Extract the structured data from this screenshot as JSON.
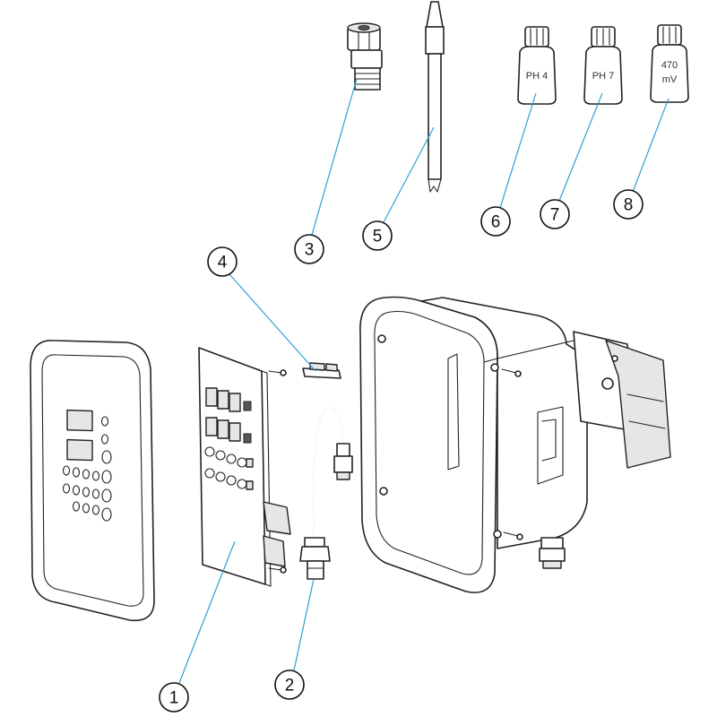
{
  "colors": {
    "leader": "#2f9fd8",
    "outline": "#222222",
    "shade": "#e6e6e6"
  },
  "bottles": [
    {
      "id": "6",
      "label_lines": [
        "PH 4"
      ]
    },
    {
      "id": "7",
      "label_lines": [
        "PH 7"
      ]
    },
    {
      "id": "8",
      "label_lines": [
        "470",
        "mV"
      ]
    }
  ],
  "callouts": [
    "1",
    "2",
    "3",
    "4",
    "5",
    "6",
    "7",
    "8"
  ]
}
